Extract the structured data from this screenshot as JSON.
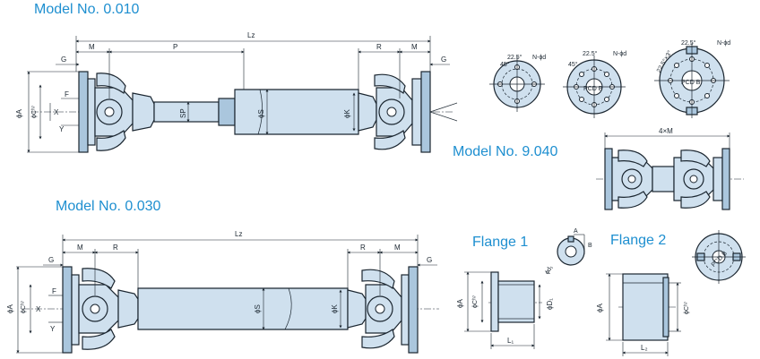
{
  "titles": {
    "model_010": "Model   No. 0.010",
    "model_030": "Model   No. 0.030",
    "model_9040": "Model   No. 9.040",
    "flange1": "Flange 1",
    "flange2": "Flange 2"
  },
  "labels": {
    "Lz": "Lz",
    "M": "M",
    "P": "P",
    "R": "R",
    "G": "G",
    "phiA": "ϕA",
    "phiC": "ϕCʰ⁷",
    "F": "F",
    "X": "X",
    "Y": "Y",
    "SP": "SP",
    "phiS": "ϕS",
    "phiK": "ϕK",
    "ang22": "22.5°",
    "ang45": "45°",
    "ang22x3": "22.5°×3°",
    "Nphid": "N-ϕd",
    "PCDB": "PCD B",
    "fourM": "4×M",
    "A": "A",
    "B": "B",
    "phid1": "ϕd₁",
    "phiD1": "ϕD₁",
    "L1": "L₁",
    "L2": "L₂"
  },
  "colors": {
    "title": "#1e8fd0",
    "part": "#cfe0ee",
    "line": "#1b2630"
  }
}
